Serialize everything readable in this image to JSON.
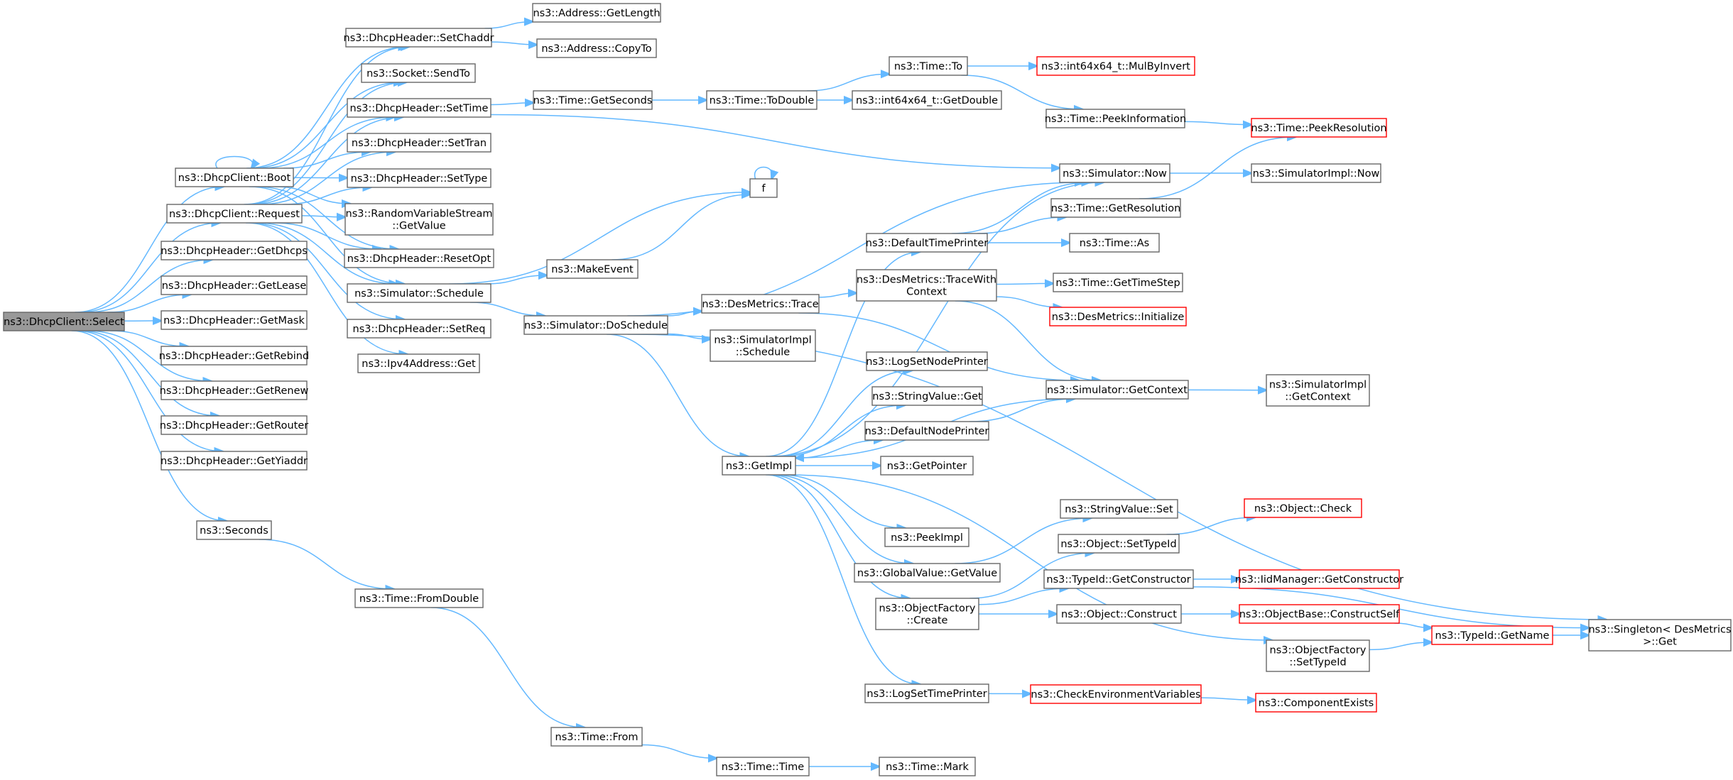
{
  "nodes": [
    {
      "id": "select",
      "lines": [
        "ns3::DhcpClient::Select"
      ],
      "style": "root"
    },
    {
      "id": "boot",
      "lines": [
        "ns3::DhcpClient::Boot"
      ]
    },
    {
      "id": "request",
      "lines": [
        "ns3::DhcpClient::Request"
      ]
    },
    {
      "id": "getdhcps",
      "lines": [
        "ns3::DhcpHeader::GetDhcps"
      ]
    },
    {
      "id": "getlease",
      "lines": [
        "ns3::DhcpHeader::GetLease"
      ]
    },
    {
      "id": "getmask",
      "lines": [
        "ns3::DhcpHeader::GetMask"
      ]
    },
    {
      "id": "getrebind",
      "lines": [
        "ns3::DhcpHeader::GetRebind"
      ]
    },
    {
      "id": "getrenew",
      "lines": [
        "ns3::DhcpHeader::GetRenew"
      ]
    },
    {
      "id": "getrouter",
      "lines": [
        "ns3::DhcpHeader::GetRouter"
      ]
    },
    {
      "id": "getyiaddr",
      "lines": [
        "ns3::DhcpHeader::GetYiaddr"
      ]
    },
    {
      "id": "seconds",
      "lines": [
        "ns3::Seconds"
      ]
    },
    {
      "id": "setchaddr",
      "lines": [
        "ns3::DhcpHeader::SetChaddr"
      ]
    },
    {
      "id": "sendto",
      "lines": [
        "ns3::Socket::SendTo"
      ]
    },
    {
      "id": "settime",
      "lines": [
        "ns3::DhcpHeader::SetTime"
      ]
    },
    {
      "id": "settran",
      "lines": [
        "ns3::DhcpHeader::SetTran"
      ]
    },
    {
      "id": "settype",
      "lines": [
        "ns3::DhcpHeader::SetType"
      ]
    },
    {
      "id": "rvsgetvalue",
      "lines": [
        "ns3::RandomVariableStream",
        "::GetValue"
      ]
    },
    {
      "id": "resetopt",
      "lines": [
        "ns3::DhcpHeader::ResetOpt"
      ]
    },
    {
      "id": "schedule",
      "lines": [
        "ns3::Simulator::Schedule"
      ]
    },
    {
      "id": "setreq",
      "lines": [
        "ns3::DhcpHeader::SetReq"
      ]
    },
    {
      "id": "ipv4get",
      "lines": [
        "ns3::Ipv4Address::Get"
      ]
    },
    {
      "id": "fromdouble",
      "lines": [
        "ns3::Time::FromDouble"
      ]
    },
    {
      "id": "addrgetlength",
      "lines": [
        "ns3::Address::GetLength"
      ]
    },
    {
      "id": "addrcopyto",
      "lines": [
        "ns3::Address::CopyTo"
      ]
    },
    {
      "id": "getseconds",
      "lines": [
        "ns3::Time::GetSeconds"
      ]
    },
    {
      "id": "makeevent",
      "lines": [
        "ns3::MakeEvent"
      ]
    },
    {
      "id": "doschedule",
      "lines": [
        "ns3::Simulator::DoSchedule"
      ]
    },
    {
      "id": "timefrom",
      "lines": [
        "ns3::Time::From"
      ]
    },
    {
      "id": "todouble",
      "lines": [
        "ns3::Time::ToDouble"
      ]
    },
    {
      "id": "f",
      "lines": [
        "f"
      ]
    },
    {
      "id": "desmetricstrace",
      "lines": [
        "ns3::DesMetrics::Trace"
      ]
    },
    {
      "id": "simimplschedule",
      "lines": [
        "ns3::SimulatorImpl",
        "::Schedule"
      ]
    },
    {
      "id": "getimpl",
      "lines": [
        "ns3::GetImpl"
      ]
    },
    {
      "id": "timetime",
      "lines": [
        "ns3::Time::Time"
      ]
    },
    {
      "id": "timeto",
      "lines": [
        "ns3::Time::To"
      ]
    },
    {
      "id": "int64getdouble",
      "lines": [
        "ns3::int64x64_t::GetDouble"
      ]
    },
    {
      "id": "defaulttimeprinter",
      "lines": [
        "ns3::DefaultTimePrinter"
      ]
    },
    {
      "id": "tracewithcontext",
      "lines": [
        "ns3::DesMetrics::TraceWith",
        "Context"
      ]
    },
    {
      "id": "logsetnodeprinter",
      "lines": [
        "ns3::LogSetNodePrinter"
      ]
    },
    {
      "id": "stringvalueget",
      "lines": [
        "ns3::StringValue::Get"
      ]
    },
    {
      "id": "defaultnodeprinter",
      "lines": [
        "ns3::DefaultNodePrinter"
      ]
    },
    {
      "id": "getpointer",
      "lines": [
        "ns3::GetPointer"
      ]
    },
    {
      "id": "peekimpl",
      "lines": [
        "ns3::PeekImpl"
      ]
    },
    {
      "id": "globalvaluegetvalue",
      "lines": [
        "ns3::GlobalValue::GetValue"
      ]
    },
    {
      "id": "objectfactorycreate",
      "lines": [
        "ns3::ObjectFactory",
        "::Create"
      ]
    },
    {
      "id": "logsettimeprinter",
      "lines": [
        "ns3::LogSetTimePrinter"
      ]
    },
    {
      "id": "timemark",
      "lines": [
        "ns3::Time::Mark"
      ]
    },
    {
      "id": "mulbyinvert",
      "lines": [
        "ns3::int64x64_t::MulByInvert"
      ],
      "style": "red"
    },
    {
      "id": "peekinformation",
      "lines": [
        "ns3::Time::PeekInformation"
      ]
    },
    {
      "id": "simnow",
      "lines": [
        "ns3::Simulator::Now"
      ]
    },
    {
      "id": "getresolution",
      "lines": [
        "ns3::Time::GetResolution"
      ]
    },
    {
      "id": "timeas",
      "lines": [
        "ns3::Time::As"
      ]
    },
    {
      "id": "gettimestep",
      "lines": [
        "ns3::Time::GetTimeStep"
      ]
    },
    {
      "id": "desmetricsinit",
      "lines": [
        "ns3::DesMetrics::Initialize"
      ],
      "style": "red"
    },
    {
      "id": "simgetcontext",
      "lines": [
        "ns3::Simulator::GetContext"
      ]
    },
    {
      "id": "stringvalueset",
      "lines": [
        "ns3::StringValue::Set"
      ]
    },
    {
      "id": "objectsettypeid",
      "lines": [
        "ns3::Object::SetTypeId"
      ]
    },
    {
      "id": "typeidgetconstructor",
      "lines": [
        "ns3::TypeId::GetConstructor"
      ]
    },
    {
      "id": "objectconstruct",
      "lines": [
        "ns3::Object::Construct"
      ]
    },
    {
      "id": "ofsettypeid",
      "lines": [
        "ns3::ObjectFactory",
        "::SetTypeId"
      ]
    },
    {
      "id": "checkenv",
      "lines": [
        "ns3::CheckEnvironmentVariables"
      ],
      "style": "red"
    },
    {
      "id": "peekresolution",
      "lines": [
        "ns3::Time::PeekResolution"
      ],
      "style": "red"
    },
    {
      "id": "simimplnow",
      "lines": [
        "ns3::SimulatorImpl::Now"
      ]
    },
    {
      "id": "simimplgetcontext",
      "lines": [
        "ns3::SimulatorImpl",
        "::GetContext"
      ]
    },
    {
      "id": "objectcheck",
      "lines": [
        "ns3::Object::Check"
      ],
      "style": "red"
    },
    {
      "id": "iidgetconstructor",
      "lines": [
        "ns3::IidManager::GetConstructor"
      ],
      "style": "red"
    },
    {
      "id": "constructself",
      "lines": [
        "ns3::ObjectBase::ConstructSelf"
      ],
      "style": "red"
    },
    {
      "id": "componentexists",
      "lines": [
        "ns3::ComponentExists"
      ],
      "style": "red"
    },
    {
      "id": "typeidgetname",
      "lines": [
        "ns3::TypeId::GetName"
      ],
      "style": "red"
    },
    {
      "id": "singletonget",
      "lines": [
        "ns3::Singleton< DesMetrics",
        ">::Get"
      ]
    }
  ]
}
